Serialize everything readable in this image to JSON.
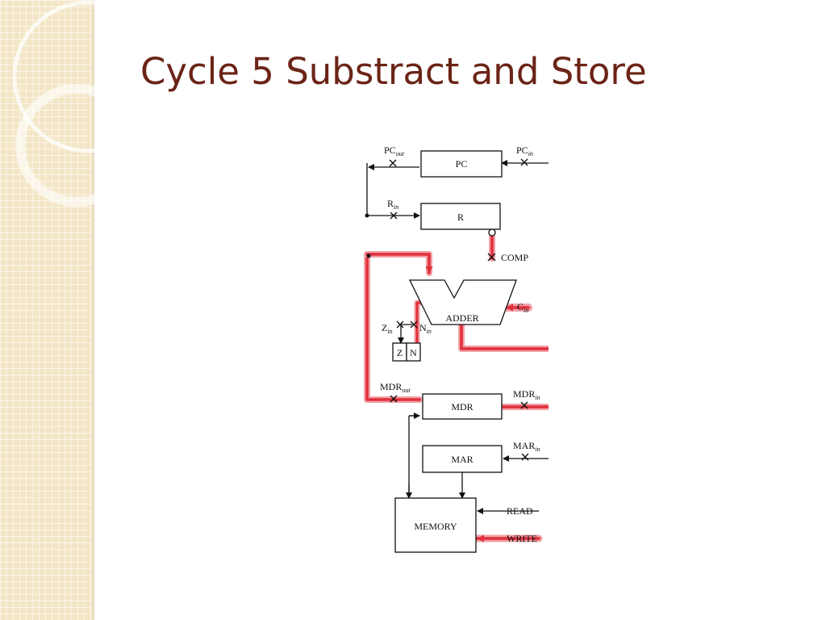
{
  "slide": {
    "title": "Cycle 5 Substract and Store"
  },
  "colors": {
    "title": "#6b2416",
    "side_panel": "#f3e6c6",
    "highlight_path": "#e0303c",
    "highlight_glow": "#f2a0a6",
    "lines": "#111111"
  },
  "diagram": {
    "registers": {
      "pc": "PC",
      "r": "R",
      "mdr": "MDR",
      "mar": "MAR",
      "memory": "MEMORY",
      "adder": "ADDER",
      "z": "Z",
      "n": "N"
    },
    "signals": {
      "pc_out": "PC",
      "pc_out_sub": "out",
      "pc_in": "PC",
      "pc_in_sub": "in",
      "r_in": "R",
      "r_in_sub": "in",
      "comp": "COMP",
      "c_in": "C",
      "c_in_sub": "in",
      "z_in": "Z",
      "z_in_sub": "in",
      "n_in": "N",
      "n_in_sub": "in",
      "mdr_out": "MDR",
      "mdr_out_sub": "out",
      "mdr_in": "MDR",
      "mdr_in_sub": "in",
      "mar_in": "MAR",
      "mar_in_sub": "in",
      "read": "READ",
      "write": "WRITE"
    }
  }
}
